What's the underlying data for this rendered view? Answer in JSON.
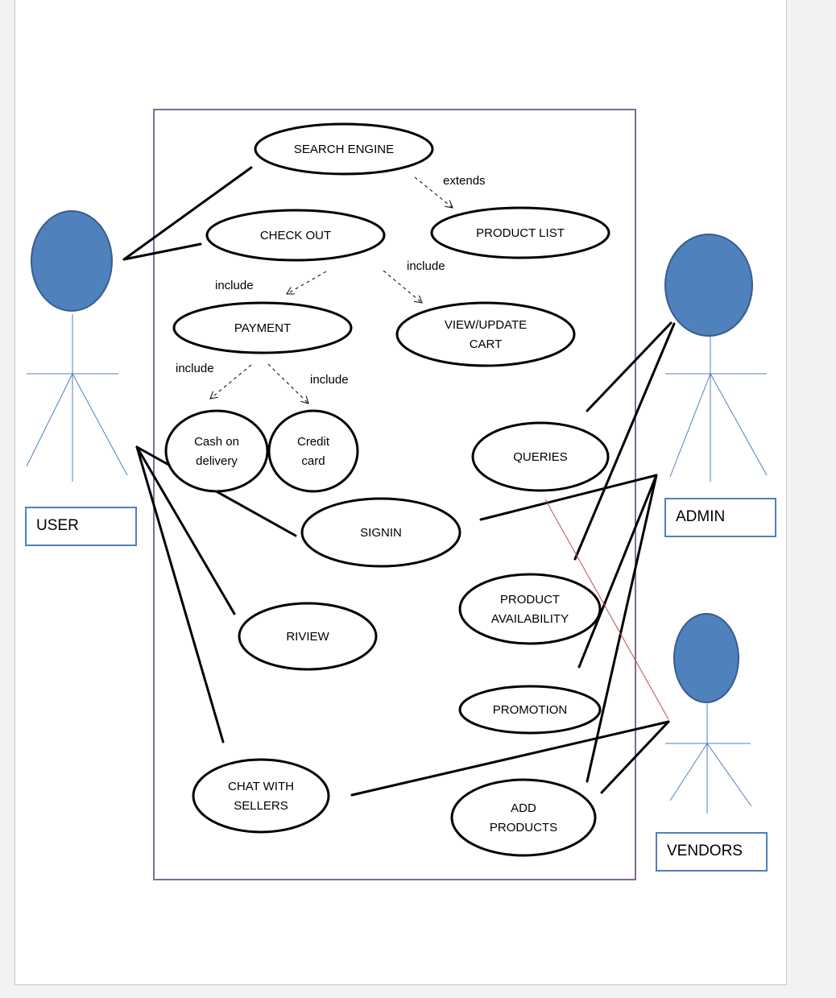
{
  "colors": {
    "system_border": "#7f6a96",
    "actor_fill": "#4f81bd",
    "actor_stroke": "#385d8a",
    "actor_line": "#4f81bd",
    "label_box_stroke": "#4f81bd",
    "association": "#000000",
    "dependency": "#000000",
    "stray_line": "#c0504d"
  },
  "actors": {
    "user": {
      "label": "USER"
    },
    "admin": {
      "label": "ADMIN"
    },
    "vendors": {
      "label": "VENDORS"
    }
  },
  "use_cases": {
    "search_engine": {
      "lines": [
        "SEARCH ENGINE"
      ]
    },
    "check_out": {
      "lines": [
        "CHECK OUT"
      ]
    },
    "product_list": {
      "lines": [
        "PRODUCT LIST"
      ]
    },
    "payment": {
      "lines": [
        "PAYMENT"
      ]
    },
    "view_update_cart": {
      "lines": [
        "VIEW/UPDATE",
        "CART"
      ]
    },
    "cash_on_delivery": {
      "lines": [
        "Cash on",
        "delivery"
      ]
    },
    "credit_card": {
      "lines": [
        "Credit",
        "card"
      ]
    },
    "queries": {
      "lines": [
        "QUERIES"
      ]
    },
    "signin": {
      "lines": [
        "SIGNIN"
      ]
    },
    "product_availability": {
      "lines": [
        "PRODUCT",
        "AVAILABILITY"
      ]
    },
    "riview": {
      "lines": [
        "RIVIEW"
      ]
    },
    "promotion": {
      "lines": [
        "PROMOTION"
      ]
    },
    "chat_with_sellers": {
      "lines": [
        "CHAT WITH",
        "SELLERS"
      ]
    },
    "add_products": {
      "lines": [
        "ADD",
        "PRODUCTS"
      ]
    }
  },
  "relations": {
    "extends": "extends",
    "include_view_cart": "include",
    "include_payment": "include",
    "include_cash": "include",
    "include_credit": "include"
  }
}
